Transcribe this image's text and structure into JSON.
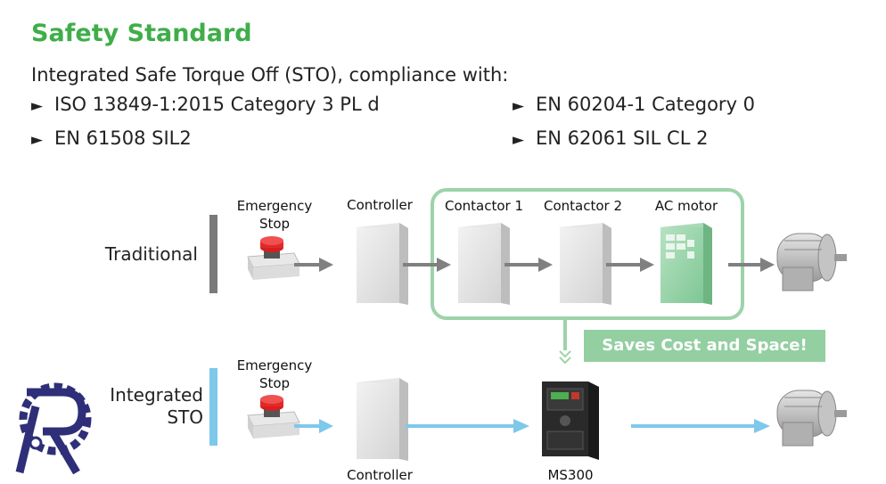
{
  "title": "Safety Standard",
  "intro": "Integrated Safe Torque Off (STO), compliance with:",
  "standards": [
    "ISO 13849-1:2015 Category 3 PL d",
    "EN 60204-1 Category 0",
    "EN 61508 SIL2",
    "EN 62061 SIL CL 2"
  ],
  "bullet": "►",
  "traditional": {
    "label": "Traditional",
    "emergency_stop": "Emergency\nStop",
    "controller": "Controller",
    "contactor1": "Contactor 1",
    "contactor2": "Contactor 2",
    "ac_motor": "AC motor"
  },
  "integrated": {
    "label": "Integrated\nSTO",
    "emergency_stop": "Emergency\nStop",
    "controller": "Controller",
    "drive": "MS300"
  },
  "callout": "Saves Cost and Space!",
  "colors": {
    "title": "#3fae49",
    "traditional_bar": "#7a7a7a",
    "integrated_bar": "#7ec8ea",
    "gray_arrow": "#808080",
    "blue_arrow": "#7ec8ea",
    "callout_bg": "#93cfa1",
    "highlight_border": "#9dd3aa",
    "logo": "#2e2f78"
  }
}
